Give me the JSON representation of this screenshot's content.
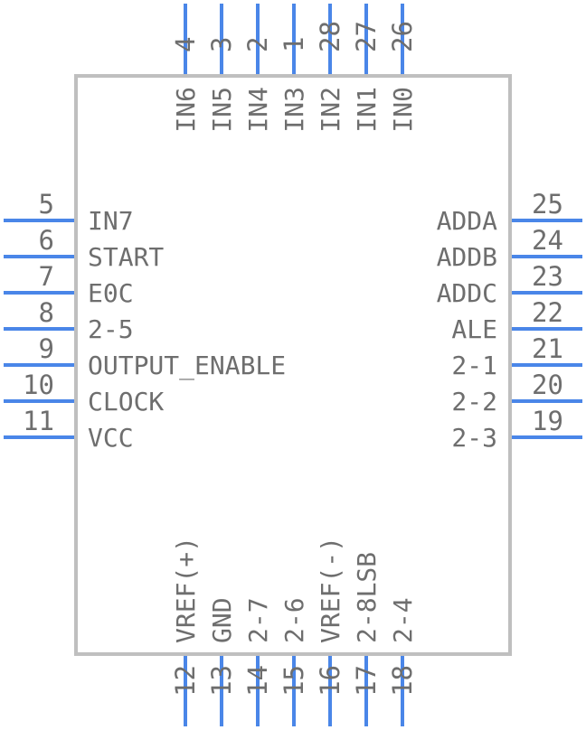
{
  "component": {
    "top_pins": [
      {
        "num": "4",
        "label": "IN6"
      },
      {
        "num": "3",
        "label": "IN5"
      },
      {
        "num": "2",
        "label": "IN4"
      },
      {
        "num": "1",
        "label": "IN3"
      },
      {
        "num": "28",
        "label": "IN2"
      },
      {
        "num": "27",
        "label": "IN1"
      },
      {
        "num": "26",
        "label": "IN0"
      }
    ],
    "left_pins": [
      {
        "num": "5",
        "label": "IN7"
      },
      {
        "num": "6",
        "label": "START"
      },
      {
        "num": "7",
        "label": "E0C"
      },
      {
        "num": "8",
        "label": "2-5"
      },
      {
        "num": "9",
        "label": "OUTPUT_ENABLE"
      },
      {
        "num": "10",
        "label": "CLOCK"
      },
      {
        "num": "11",
        "label": "VCC"
      }
    ],
    "right_pins": [
      {
        "num": "25",
        "label": "ADDA"
      },
      {
        "num": "24",
        "label": "ADDB"
      },
      {
        "num": "23",
        "label": "ADDC"
      },
      {
        "num": "22",
        "label": "ALE"
      },
      {
        "num": "21",
        "label": "2-1"
      },
      {
        "num": "20",
        "label": "2-2"
      },
      {
        "num": "19",
        "label": "2-3"
      }
    ],
    "bottom_pins": [
      {
        "num": "12",
        "label": "VREF(+)"
      },
      {
        "num": "13",
        "label": "GND"
      },
      {
        "num": "14",
        "label": "2-7"
      },
      {
        "num": "15",
        "label": "2-6"
      },
      {
        "num": "16",
        "label": "VREF(-)"
      },
      {
        "num": "17",
        "label": "2-8LSB"
      },
      {
        "num": "18",
        "label": "2-4"
      }
    ]
  },
  "colors": {
    "pin": "#4a86e8",
    "outline": "#bfbfbf",
    "text": "#6e6e6e"
  }
}
